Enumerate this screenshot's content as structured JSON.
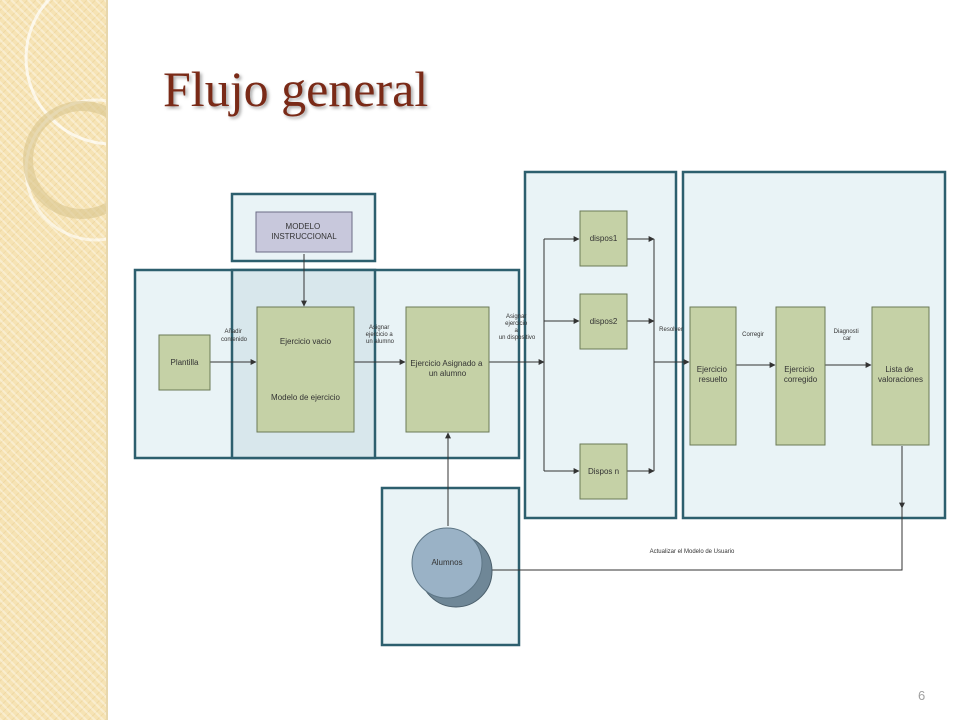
{
  "title": "Flujo general",
  "page_number": "6",
  "colors": {
    "accent": "#7a2a17",
    "region_border": "#2d5f6e",
    "region_fill": "#e9f3f6",
    "node_fill": "#c5d1a6",
    "node_border": "#6b7a56",
    "model_fill": "#c8c8dc",
    "circle_fill": "#9ab2c6"
  },
  "nodes": {
    "modelo": "MODELO INSTRUCCIONAL",
    "plantilla": "Plantilla",
    "ejercicio_vacio": "Ejercicio vacio",
    "modelo_ejercicio": "Modelo de ejercicio",
    "asignado": "Ejercicio Asignado a un alumno",
    "dispos1": "dispos1",
    "dispos2": "dispos2",
    "disposn": "Dispos n",
    "resuelto": "Ejercicio resuelto",
    "corregido": "Ejercicio corregido",
    "lista": "Lista de valoraciones",
    "alumnos": "Alumnos"
  },
  "edges": {
    "anadir": "Añadir contenido",
    "asignar": "Asignar ejercicio a un alumno",
    "asignar_disp": "Asignar ejercicio a un dispositivo",
    "resolver": "Resolver",
    "corregir": "Corregir",
    "diagnosticar": "Diagnosticar",
    "actualizar": "Actualizar el Modelo de Usuario"
  }
}
